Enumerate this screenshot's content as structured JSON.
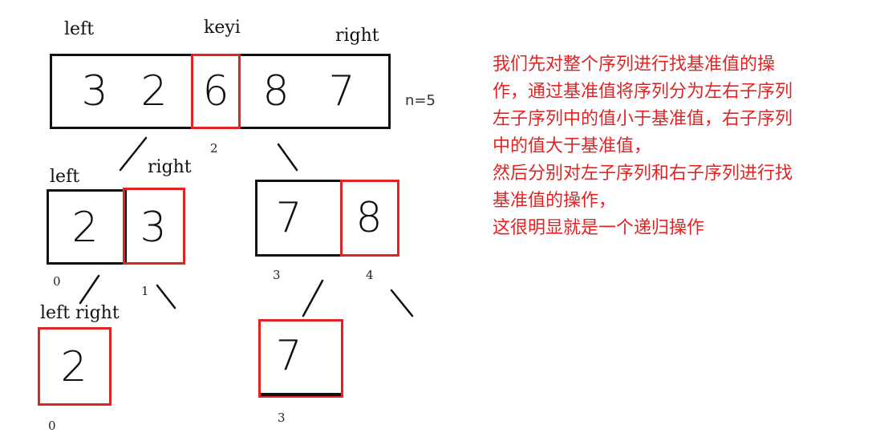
{
  "labels": {
    "top_left": "left",
    "top_keyi": "keyi",
    "top_right": "right",
    "mid_left": "left",
    "mid_right": "right",
    "bot_leftright": "left right"
  },
  "n_label": "n=5",
  "root": {
    "values": [
      "3",
      "2",
      "6",
      "8",
      "7"
    ],
    "pivot_index_label": "2"
  },
  "left_sub": {
    "values": [
      "2",
      "3"
    ],
    "index_start": "0",
    "index_pivot": "1"
  },
  "right_sub": {
    "values": [
      "7",
      "8"
    ],
    "index_start": "3",
    "index_pivot": "4"
  },
  "leaf_left": {
    "value": "2",
    "index": "0"
  },
  "leaf_right": {
    "value": "7",
    "index": "3"
  },
  "explanation": [
    "我们先对整个序列进行找基准值的操",
    "作，通过基准值将序列分为左右子序列",
    "左子序列中的值小于基准值，右子序列",
    "中的值大于基准值，",
    "然后分别对左子序列和右子序列进行找",
    "基准值的操作，",
    "这很明显就是一个递归操作"
  ],
  "colors": {
    "pivot": "#e02424",
    "text": "#e02424",
    "frame": "#111111"
  }
}
